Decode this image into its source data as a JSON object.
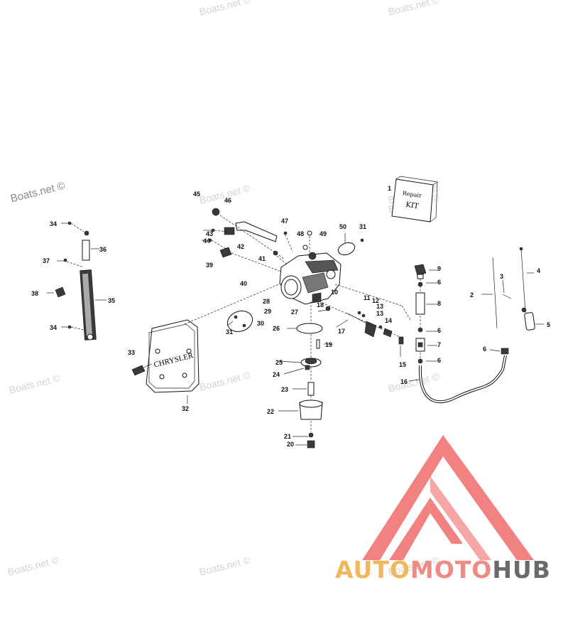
{
  "watermarks": [
    {
      "text": "Boats.net ©",
      "tone": "dark"
    },
    {
      "text": "Boats.net ©",
      "tone": "light"
    },
    {
      "text": "Boats.net ©",
      "tone": "light"
    },
    {
      "text": "Boats.net ©",
      "tone": "light"
    },
    {
      "text": "Boats.net ©",
      "tone": "light"
    },
    {
      "text": "Boats.net ©",
      "tone": "light"
    },
    {
      "text": "Boats.net ©",
      "tone": "light"
    },
    {
      "text": "Boats.net ©",
      "tone": "light"
    },
    {
      "text": "Boats.net ©",
      "tone": "light"
    },
    {
      "text": "Boats.net ©",
      "tone": "light"
    },
    {
      "text": "Boats.net ©",
      "tone": "light"
    },
    {
      "text": "Boats.net ©",
      "tone": "light"
    }
  ],
  "repair_kit_label": [
    "Repair",
    "KIT"
  ],
  "cover_logo": "CHRYSLER",
  "logo": {
    "parts": [
      {
        "text": "AUTO",
        "color": "#f2b75a"
      },
      {
        "text": "MOTO",
        "color": "#ef8a86"
      },
      {
        "text": "HUB",
        "color": "#6a6a6a"
      }
    ],
    "mark_color": "#f06b6b"
  },
  "callouts": [
    "1",
    "2",
    "3",
    "4",
    "5",
    "6",
    "6",
    "6",
    "6",
    "7",
    "8",
    "9",
    "10",
    "11",
    "12",
    "13",
    "13",
    "14",
    "15",
    "16",
    "17",
    "18",
    "19",
    "20",
    "21",
    "22",
    "23",
    "24",
    "25",
    "26",
    "27",
    "28",
    "29",
    "30",
    "31",
    "31",
    "32",
    "33",
    "34",
    "34",
    "35",
    "36",
    "37",
    "38",
    "39",
    "40",
    "41",
    "42",
    "43",
    "44",
    "45",
    "46",
    "47",
    "48",
    "49",
    "50"
  ]
}
